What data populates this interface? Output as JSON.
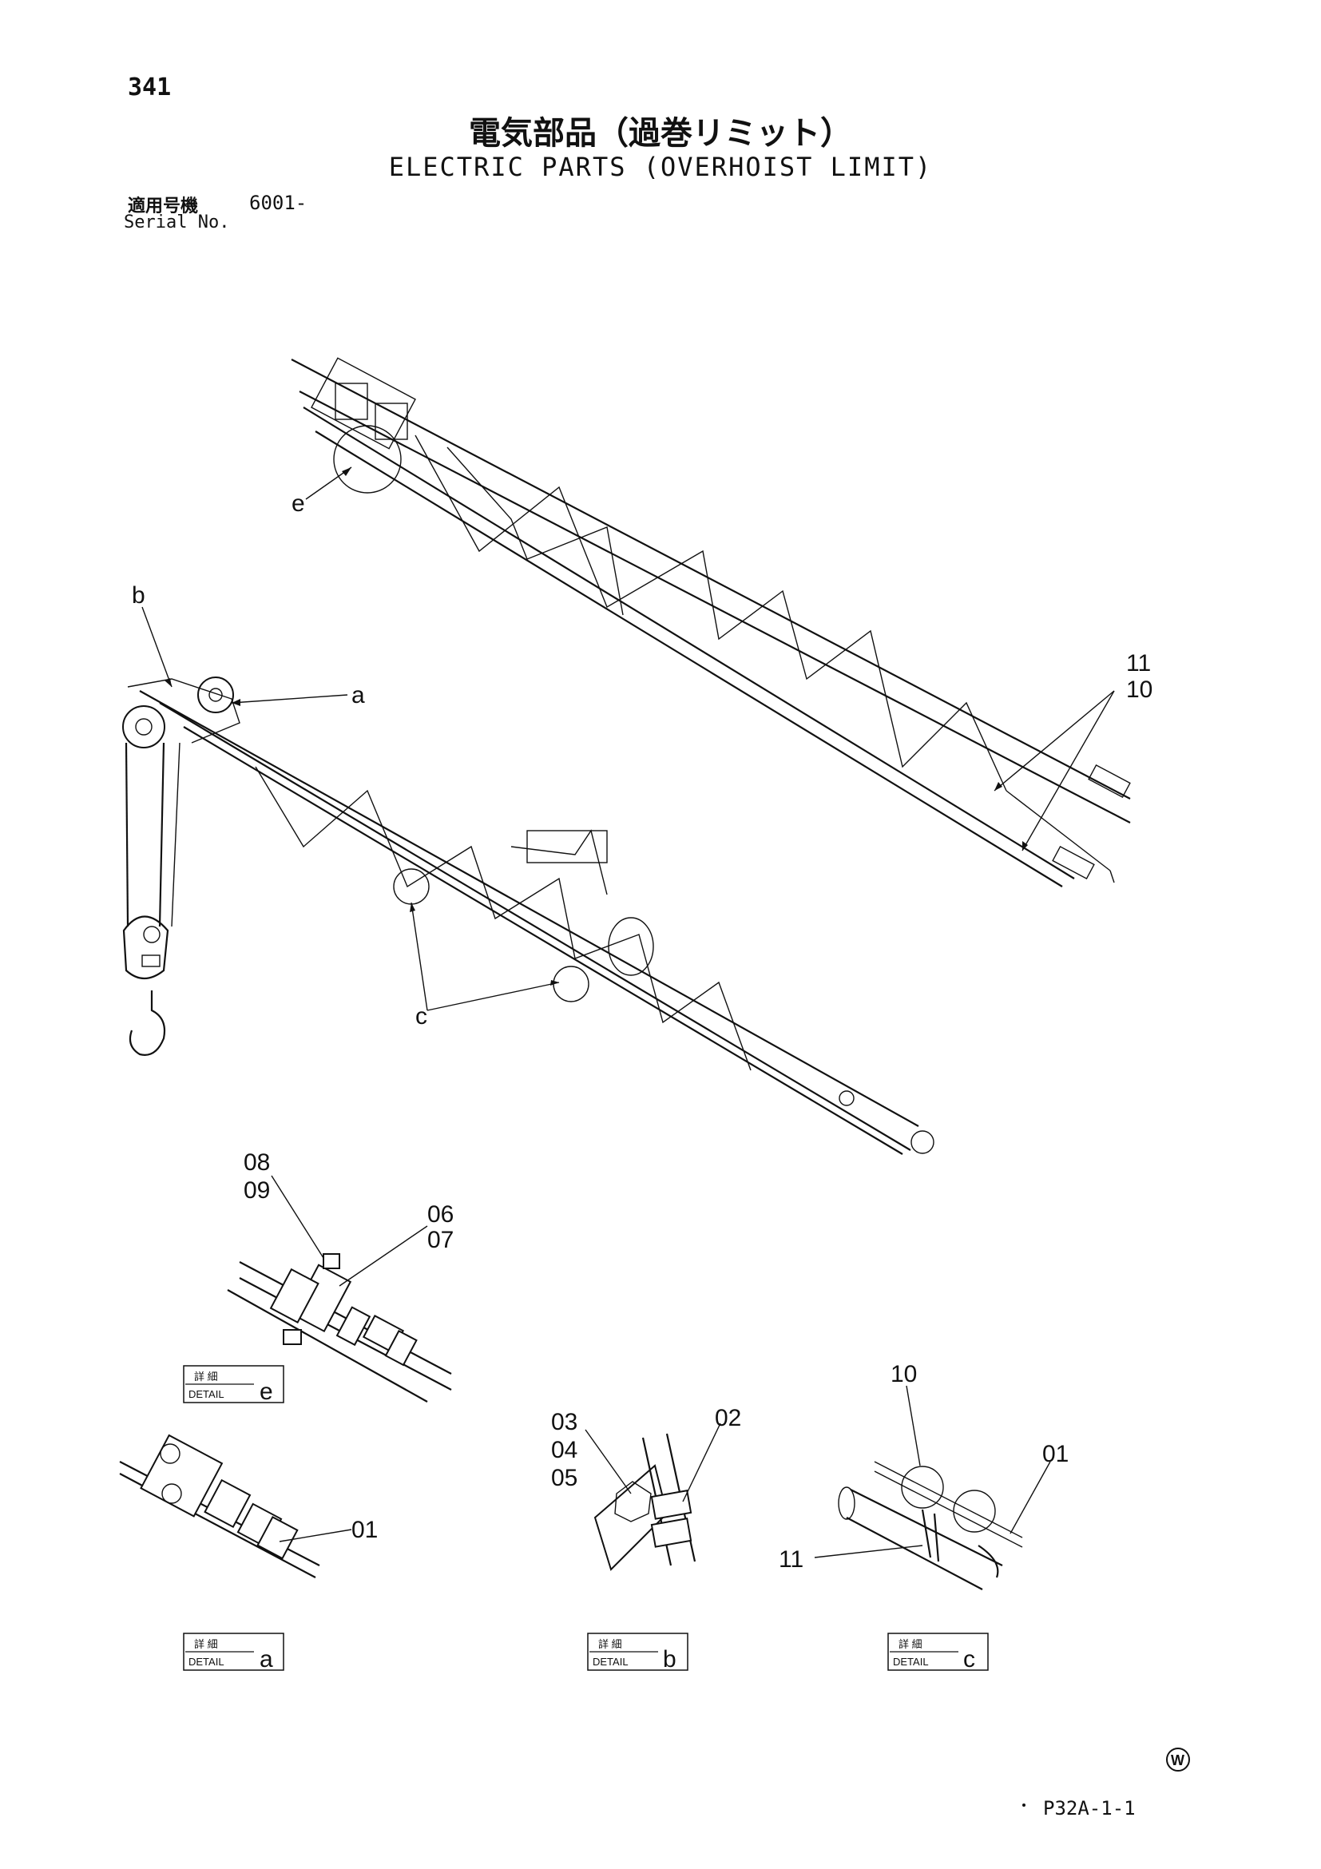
{
  "page": {
    "number": "341",
    "title_jp": "電気部品（過巻リミット）",
    "title_en": "ELECTRIC PARTS (OVERHOIST LIMIT)",
    "serial_label_jp": "適用号機",
    "serial_value": "6001-",
    "serial_label_en": "Serial No.",
    "footer_code": "P32A-1-1",
    "watermark_mark": "W"
  },
  "callouts": {
    "e": "e",
    "b": "b",
    "a": "a",
    "c": "c",
    "p11": "11",
    "p10": "10",
    "p08": "08",
    "p09": "09",
    "p06": "06",
    "p07": "07",
    "p03": "03",
    "p04": "04",
    "p05": "05",
    "p02": "02",
    "p01": "01"
  },
  "details": [
    {
      "top": "詳 細",
      "bottom": "DETAIL",
      "letter": "e"
    },
    {
      "top": "詳 細",
      "bottom": "DETAIL",
      "letter": "a"
    },
    {
      "top": "詳 細",
      "bottom": "DETAIL",
      "letter": "b"
    },
    {
      "top": "詳 細",
      "bottom": "DETAIL",
      "letter": "c"
    }
  ]
}
